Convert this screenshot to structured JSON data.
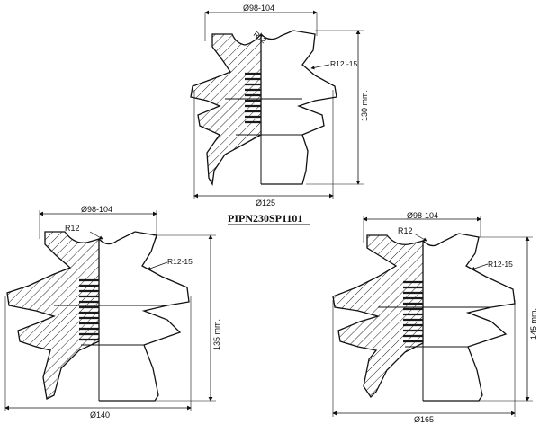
{
  "title": "PIPN230SP1101",
  "top": {
    "top_diameter": "Ø98-104",
    "radius_top": "R12",
    "radius_side": "R12 -15",
    "height": "130 mm.",
    "base_diameter": "Ø125"
  },
  "left": {
    "top_diameter": "Ø98-104",
    "radius_top": "R12",
    "radius_side": "R12-15",
    "height": "135 mm.",
    "base_diameter": "Ø140"
  },
  "right": {
    "top_diameter": "Ø98-104",
    "radius_top": "R12",
    "radius_side": "R12-15",
    "height": "145 mm.",
    "base_diameter": "Ø165"
  },
  "colors": {
    "line": "#111111",
    "thread": "#1a1a1a",
    "background": "#ffffff"
  }
}
